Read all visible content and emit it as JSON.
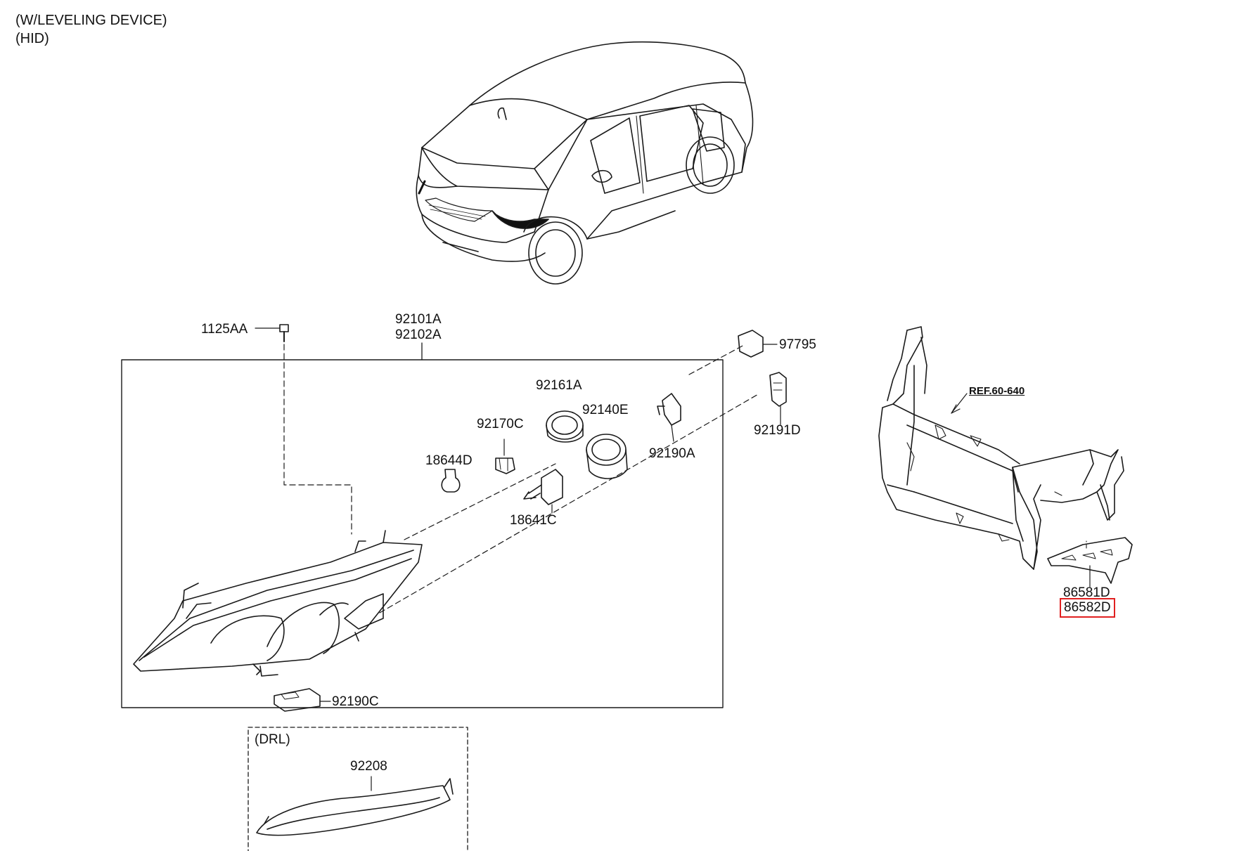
{
  "header": {
    "line1": "(W/LEVELING DEVICE)",
    "line2": "(HID)"
  },
  "callouts": {
    "bolt": "1125AA",
    "headlamp_lh": "92101A",
    "headlamp_rh": "92102A",
    "connector_97795": "97795",
    "bracket_92191D": "92191D",
    "cap_92161A": "92161A",
    "cap_92140E": "92140E",
    "socket_92170C": "92170C",
    "bulb_18644D": "18644D",
    "bulb_18641C": "18641C",
    "ballast_igniter": "92190A",
    "ballast_92190C": "92190C",
    "drl_title": "(DRL)",
    "drl_lamp": "92208",
    "ref": "REF.60-640",
    "bracket_86581D": "86581D",
    "bracket_86582D": "86582D"
  },
  "highlight_color": "#e02020"
}
